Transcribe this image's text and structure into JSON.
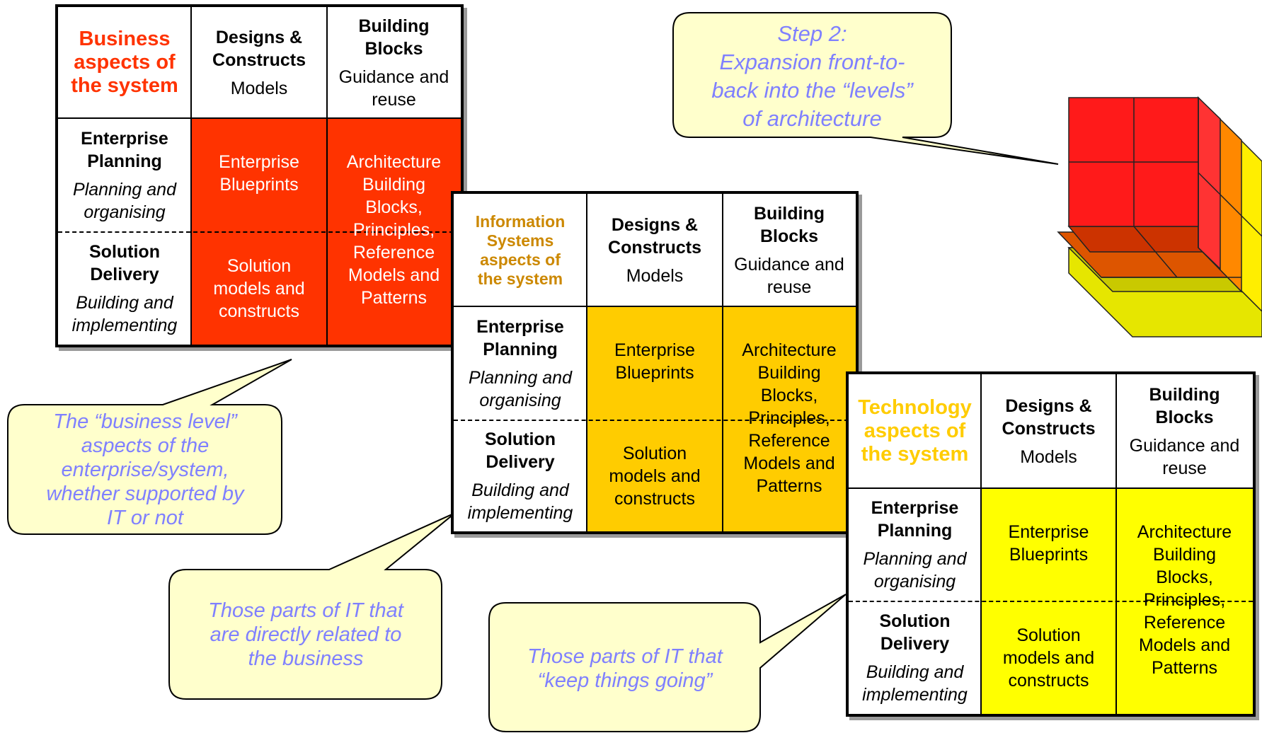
{
  "colors": {
    "business": "#ff3300",
    "business_title": "#ff3300",
    "info": "#ffcc00",
    "info_title": "#cc8800",
    "tech": "#ffff00",
    "tech_title": "#ffcc00",
    "callout_fill": "#ffffcc",
    "callout_text": "#7f80ff"
  },
  "matrices": [
    {
      "id": "business",
      "title": [
        "Business",
        "aspects of",
        "the system"
      ],
      "col1": {
        "title": "Designs &",
        "title2": "Constructs",
        "sub": "Models"
      },
      "col2": {
        "title": "Building",
        "title2": "Blocks",
        "sub": "Guidance and",
        "sub2": "reuse"
      },
      "row1": {
        "title": "Enterprise",
        "title2": "Planning",
        "sub": "Planning and",
        "sub2": "organising"
      },
      "row2": {
        "title": "Solution",
        "title2": "Delivery",
        "sub": "Building and",
        "sub2": "implementing"
      },
      "c11": [
        "Enterprise",
        "Blueprints"
      ],
      "c21": [
        "Solution",
        "models and",
        "constructs"
      ],
      "c12": [
        "Architecture",
        "Building",
        "Blocks,",
        "Principles,",
        "Reference",
        "Models and",
        "Patterns"
      ]
    },
    {
      "id": "info",
      "title": [
        "Information",
        "Systems",
        "aspects of",
        "the system"
      ],
      "col1": {
        "title": "Designs &",
        "title2": "Constructs",
        "sub": "Models"
      },
      "col2": {
        "title": "Building",
        "title2": "Blocks",
        "sub": "Guidance and",
        "sub2": "reuse"
      },
      "row1": {
        "title": "Enterprise",
        "title2": "Planning",
        "sub": "Planning and",
        "sub2": "organising"
      },
      "row2": {
        "title": "Solution",
        "title2": "Delivery",
        "sub": "Building and",
        "sub2": "implementing"
      },
      "c11": [
        "Enterprise",
        "Blueprints"
      ],
      "c21": [
        "Solution",
        "models and",
        "constructs"
      ],
      "c12": [
        "Architecture",
        "Building",
        "Blocks,",
        "Principles,",
        "Reference",
        "Models and",
        "Patterns"
      ]
    },
    {
      "id": "tech",
      "title": [
        "Technology",
        "aspects of",
        "the system"
      ],
      "col1": {
        "title": "Designs &",
        "title2": "Constructs",
        "sub": "Models"
      },
      "col2": {
        "title": "Building",
        "title2": "Blocks",
        "sub": "Guidance and",
        "sub2": "reuse"
      },
      "row1": {
        "title": "Enterprise",
        "title2": "Planning",
        "sub": "Planning and",
        "sub2": "organising"
      },
      "row2": {
        "title": "Solution",
        "title2": "Delivery",
        "sub": "Building and",
        "sub2": "implementing"
      },
      "c11": [
        "Enterprise",
        "Blueprints"
      ],
      "c21": [
        "Solution",
        "models and",
        "constructs"
      ],
      "c12": [
        "Architecture",
        "Building",
        "Blocks,",
        "Principles,",
        "Reference",
        "Models and",
        "Patterns"
      ]
    }
  ],
  "callouts": {
    "step2": [
      "Step 2:",
      "Expansion front-to-",
      "back into the “levels”",
      "of architecture"
    ],
    "business": [
      "The “business level”",
      "aspects of the",
      "enterprise/system,",
      "whether supported by",
      "IT or not"
    ],
    "info": [
      "Those parts of IT that",
      "are directly related to",
      "the business"
    ],
    "tech": [
      "Those parts of IT that",
      "“keep things going”"
    ]
  }
}
